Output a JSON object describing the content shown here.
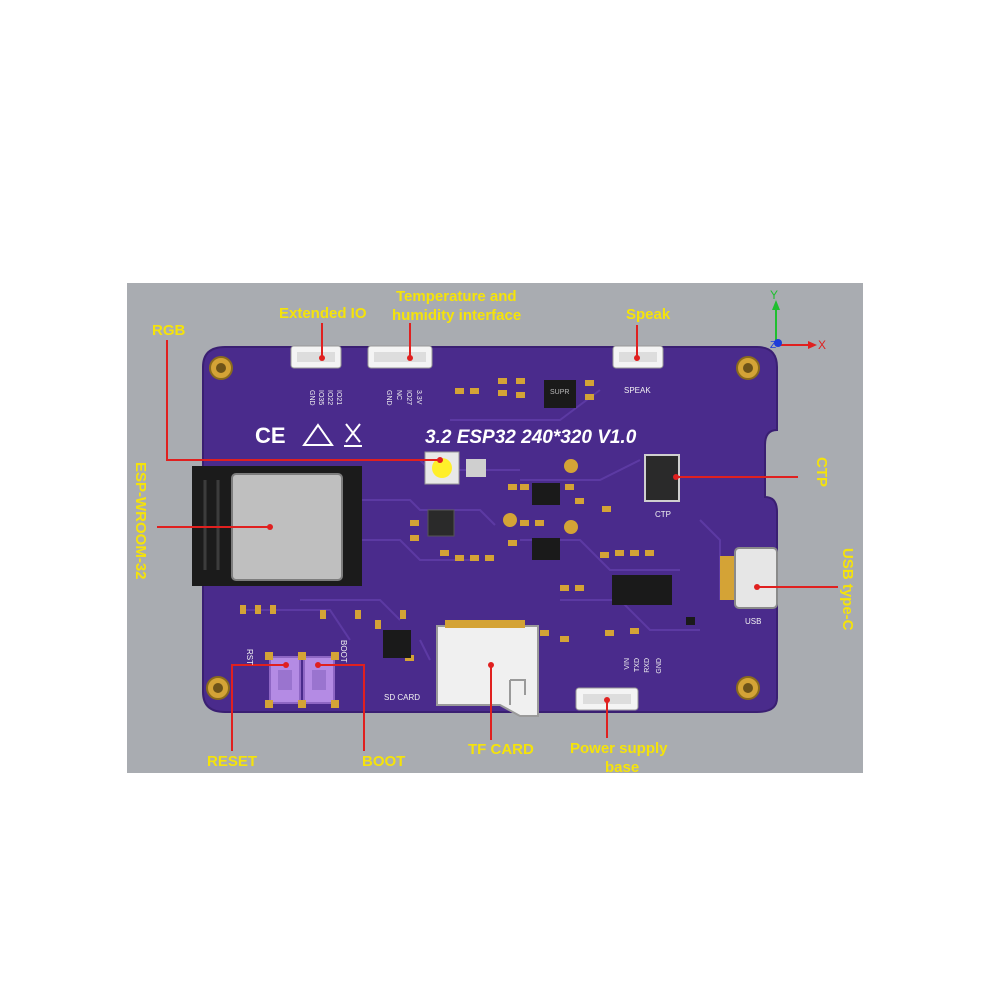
{
  "board": {
    "title": "3.2 ESP32 240*320 V1.0",
    "silkscreen": {
      "speak": "SPEAK",
      "ctp": "CTP",
      "usb": "USB",
      "sd_card": "SD CARD",
      "rst": "RST",
      "boot": "BOOT",
      "ext_io_pins": [
        "GND",
        "IO35",
        "IO22",
        "IO21"
      ],
      "temp_pins": [
        "GND",
        "NC",
        "IO27",
        "3.3V"
      ],
      "power_pins": [
        "VIN",
        "TXD",
        "RXD",
        "GND"
      ],
      "chip_mark": "SUPR"
    },
    "cert_marks": [
      "CE",
      "ESD",
      "WEEE"
    ]
  },
  "axes": {
    "y": "Y",
    "x": "X",
    "z": "Z"
  },
  "callouts": {
    "extended_io": "Extended IO",
    "temp_line1": "Temperature and",
    "temp_line2": "humidity interface",
    "speak": "Speak",
    "rgb": "RGB",
    "ctp": "CTP",
    "esp": "ESP-WROOM-32",
    "usb": "USB type-C",
    "reset": "RESET",
    "boot": "BOOT",
    "tf_card": "TF CARD",
    "power_line1": "Power supply",
    "power_line2": "base"
  },
  "colors": {
    "background_panel": "#a9acb1",
    "pcb": "#4a2b8c",
    "label": "#f5e30a",
    "callout_line": "#e0201f",
    "copper_pad": "#d4a336",
    "button": "#b48be4"
  }
}
